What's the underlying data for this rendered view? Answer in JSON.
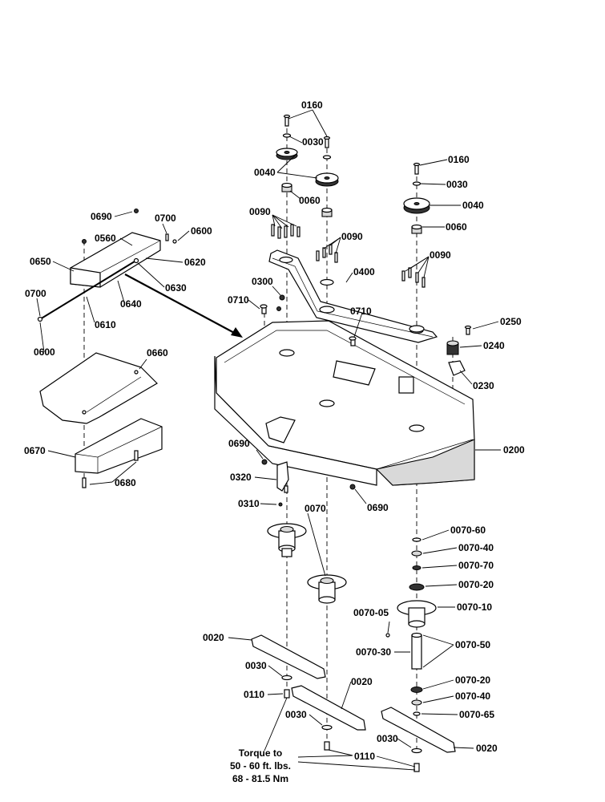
{
  "labels": {
    "p0160_a": "0160",
    "p0030_a": "0030",
    "p0040_a": "0040",
    "p0060_a": "0060",
    "p0090_a": "0090",
    "p0090_b": "0090",
    "p0400": "0400",
    "p0160_b": "0160",
    "p0030_b": "0030",
    "p0040_b": "0040",
    "p0060_b": "0060",
    "p0090_c": "0090",
    "p0690_a": "0690",
    "p0700_a": "0700",
    "p0600_a": "0600",
    "p0560": "0560",
    "p0620": "0620",
    "p0650": "0650",
    "p0630": "0630",
    "p0700_b": "0700",
    "p0640": "0640",
    "p0610": "0610",
    "p0600_b": "0600",
    "p0300": "0300",
    "p0710_a": "0710",
    "p0710_b": "0710",
    "p0250": "0250",
    "p0240": "0240",
    "p0230": "0230",
    "p0660": "0660",
    "p0200": "0200",
    "p0670": "0670",
    "p0680": "0680",
    "p0690_b": "0690",
    "p0320": "0320",
    "p0310": "0310",
    "p0690_c": "0690",
    "p0070": "0070",
    "p0070_60": "0070-60",
    "p0070_40_a": "0070-40",
    "p0070_70": "0070-70",
    "p0070_20_a": "0070-20",
    "p0070_10": "0070-10",
    "p0070_05": "0070-05",
    "p0070_50": "0070-50",
    "p0070_30": "0070-30",
    "p0070_20_b": "0070-20",
    "p0070_40_b": "0070-40",
    "p0070_65": "0070-65",
    "p0020_a": "0020",
    "p0030_c": "0030",
    "p0110_a": "0110",
    "p0020_b": "0020",
    "p0030_d": "0030",
    "p0030_e": "0030",
    "p0110_b": "0110",
    "p0020_c": "0020"
  },
  "torque_note": {
    "line1": "Torque to",
    "line2": "50 - 60 ft. lbs.",
    "line3": "68 - 81.5 Nm"
  }
}
